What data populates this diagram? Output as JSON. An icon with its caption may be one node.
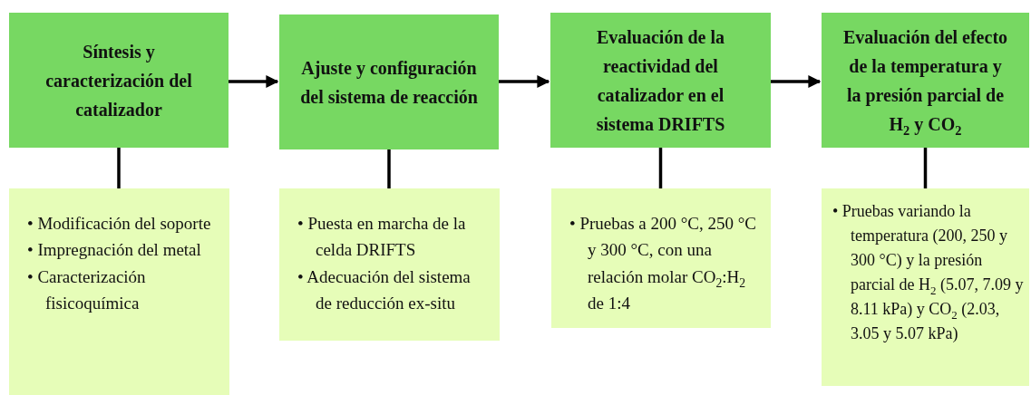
{
  "diagram": {
    "nodes": [
      {
        "text": [
          "Síntesis y caracterización del catalizador"
        ]
      },
      {
        "text": [
          "Ajuste y configuración del sistema de reacción"
        ]
      },
      {
        "text": [
          "Evaluación de la reactividad del catalizador en el sistema DRIFTS"
        ]
      },
      {
        "text": [
          "Evaluación del efecto de la temperatura y la presión parcial de H$_{2}$ y CO$_{2}$"
        ]
      },
      {
        "text": [
          "• Modificación del soporte",
          "• Impregnación del metal",
          "• Caracterización fisicoquímica"
        ]
      },
      {
        "text": [
          "• Puesta en marcha de la celda DRIFTS",
          "• Adecuación del sistema de reducción ex-situ"
        ]
      },
      {
        "text": [
          "• Pruebas a 200 °C, 250 °C y 300 °C, con una relación molar CO$_{2}$:H$_{2}$ de 1:4"
        ]
      },
      {
        "text": [
          "• Pruebas variando la temperatura (200, 250 y 300 °C) y la presión parcial de H$_{2}$ (5.07, 7.09 y 8.11 kPa) y CO$_{2}$ (2.03, 3.05 y 5.07 kPa)"
        ]
      }
    ],
    "edges": [
      {
        "from": 0,
        "to": 1,
        "arrow": "to"
      },
      {
        "from": 1,
        "to": 2,
        "arrow": "to"
      },
      {
        "from": 2,
        "to": 3,
        "arrow": "to"
      },
      {
        "from": 0,
        "to": 4,
        "arrow": "none"
      },
      {
        "from": 1,
        "to": 5,
        "arrow": "none"
      },
      {
        "from": 2,
        "to": 6,
        "arrow": "none"
      },
      {
        "from": 3,
        "to": 7,
        "arrow": "none"
      }
    ]
  }
}
